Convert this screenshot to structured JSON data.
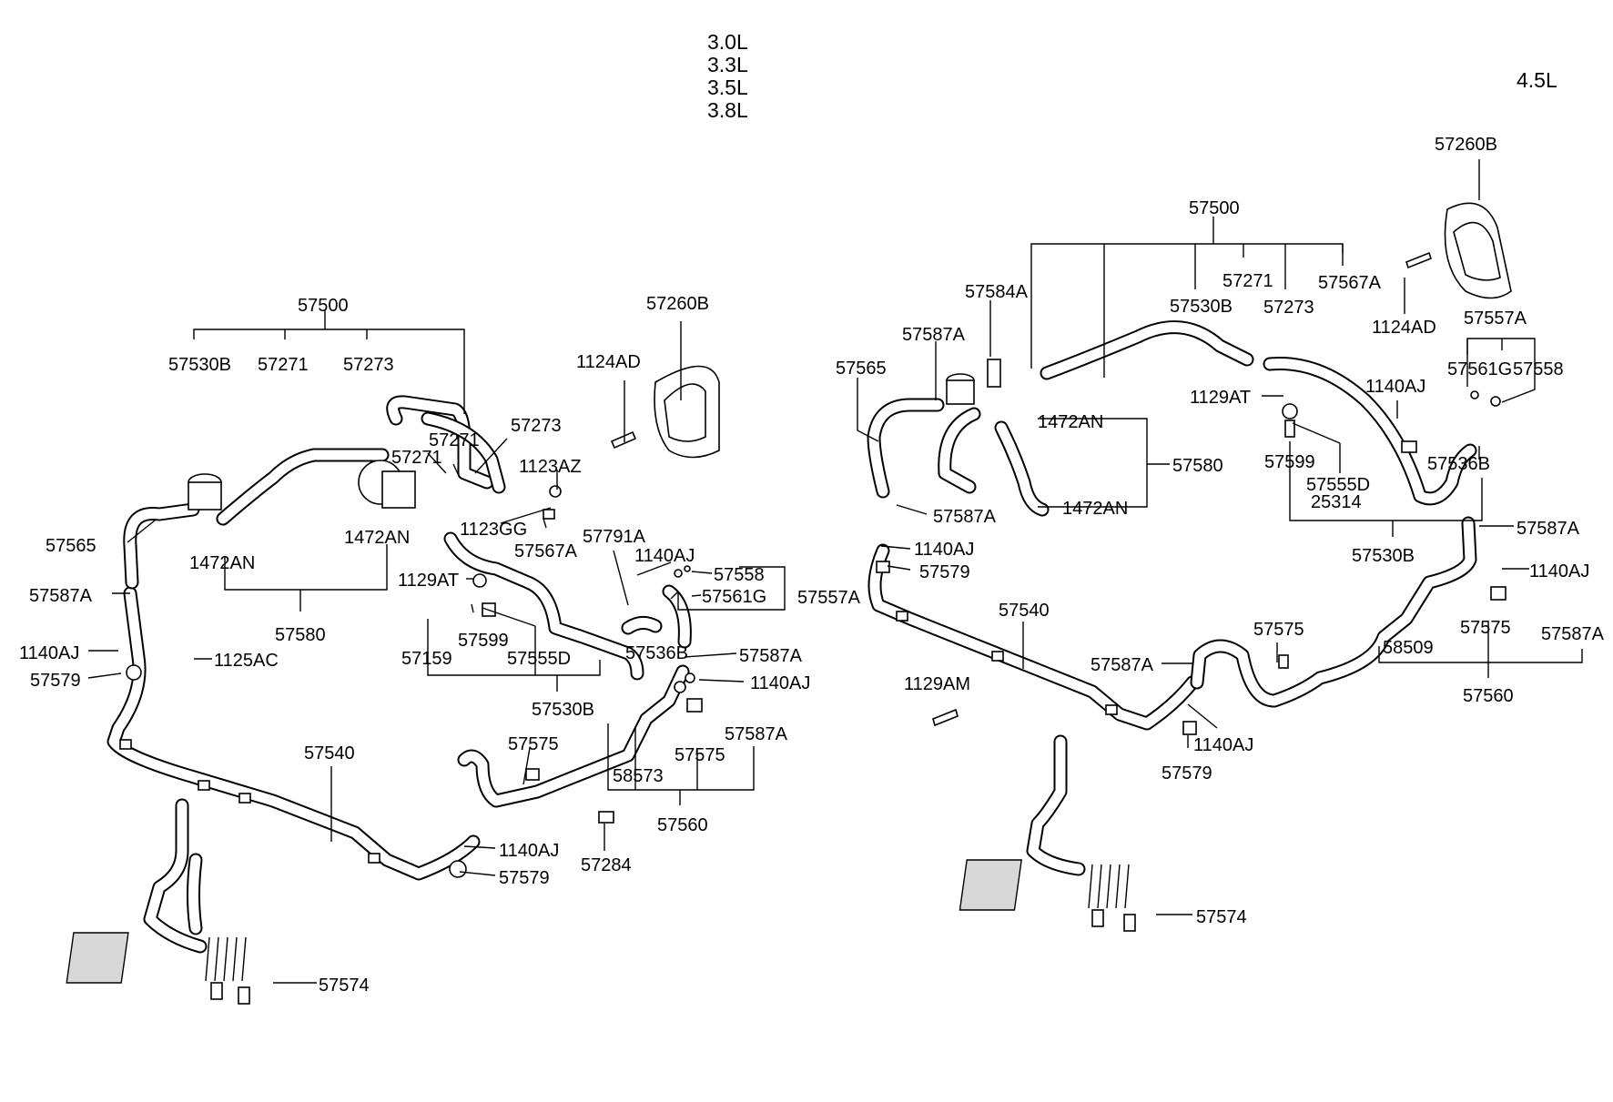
{
  "engines": {
    "left": [
      "3.0L",
      "3.3L",
      "3.5L",
      "3.8L"
    ],
    "right": "4.5L"
  },
  "left": {
    "l_57500": "57500",
    "l_57530B_top": "57530B",
    "l_57271_top": "57271",
    "l_57273_top": "57273",
    "l_57273_b": "57273",
    "l_57271_b": "57271",
    "l_57271_c": "57271",
    "l_1123AZ": "1123AZ",
    "l_1123GG": "1123GG",
    "l_57567A": "57567A",
    "l_1124AD": "1124AD",
    "l_57260B": "57260B",
    "l_57565": "57565",
    "l_1472AN_a": "1472AN",
    "l_1472AN_b": "1472AN",
    "l_57580": "57580",
    "l_57587A_a": "57587A",
    "l_1140AJ_a": "1140AJ",
    "l_1125AC": "1125AC",
    "l_57579_a": "57579",
    "l_1129AT": "1129AT",
    "l_57599": "57599",
    "l_57159": "57159",
    "l_57555D": "57555D",
    "l_57530B_bot": "57530B",
    "l_57791A": "57791A",
    "l_1140AJ_b": "1140AJ",
    "l_57558": "57558",
    "l_57561G": "57561G",
    "l_57557A": "57557A",
    "l_57536B": "57536B",
    "l_57587A_b": "57587A",
    "l_1140AJ_c": "1140AJ",
    "l_57540": "57540",
    "l_57575_a": "57575",
    "l_58573": "58573",
    "l_57575_b": "57575",
    "l_57587A_c": "57587A",
    "l_57560": "57560",
    "l_57284": "57284",
    "l_1140AJ_d": "1140AJ",
    "l_57579_b": "57579",
    "l_57574": "57574"
  },
  "right": {
    "r_57260B": "57260B",
    "r_57500": "57500",
    "r_57271": "57271",
    "r_57567A": "57567A",
    "r_57530B_top": "57530B",
    "r_57273": "57273",
    "r_57584A": "57584A",
    "r_1124AD": "1124AD",
    "r_57587A_a": "57587A",
    "r_57557A": "57557A",
    "r_57565": "57565",
    "r_57561G": "57561G",
    "r_57558": "57558",
    "r_1129AT": "1129AT",
    "r_1140AJ_a": "1140AJ",
    "r_1472AN_a": "1472AN",
    "r_57580": "57580",
    "r_57599": "57599",
    "r_57536B": "57536B",
    "r_57555D": "57555D",
    "r_25314": "25314",
    "r_1472AN_b": "1472AN",
    "r_57587A_b": "57587A",
    "r_57587A_c": "57587A",
    "r_57530B_bot": "57530B",
    "r_1140AJ_b": "1140AJ",
    "r_57579_a": "57579",
    "r_1140AJ_c": "1140AJ",
    "r_57540": "57540",
    "r_57575_a": "57575",
    "r_57575_b": "57575",
    "r_57587A_d": "57587A",
    "r_58509": "58509",
    "r_57587A_e": "57587A",
    "r_57560": "57560",
    "r_1129AM": "1129AM",
    "r_1140AJ_d": "1140AJ",
    "r_57579_b": "57579",
    "r_57574": "57574"
  }
}
